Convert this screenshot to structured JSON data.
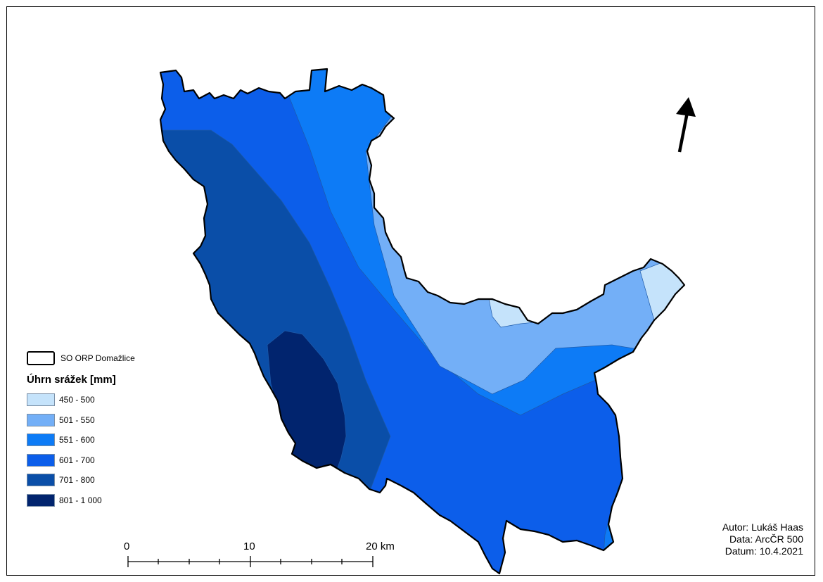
{
  "legend": {
    "boundary_label": "SO ORP Domažlice",
    "title": "Úhrn srážek [mm]",
    "classes": [
      {
        "label": "450 - 500",
        "color": "#c5e3fb"
      },
      {
        "label": "501 - 550",
        "color": "#73aff7"
      },
      {
        "label": "551 - 600",
        "color": "#0d7bf6"
      },
      {
        "label": "601 - 700",
        "color": "#0c5eea"
      },
      {
        "label": "701 - 800",
        "color": "#0a4ea8"
      },
      {
        "label": "801 - 1 000",
        "color": "#01246e"
      }
    ]
  },
  "scale_bar": {
    "labels": [
      "0",
      "10",
      "20 km"
    ]
  },
  "credits": {
    "author": "Autor: Lukáš Haas",
    "data": "Data: ArcČR 500",
    "date": "Datum: 10.4.2021"
  },
  "north_arrow": {
    "icon": "north-arrow-icon",
    "color": "#000000"
  },
  "boundary_color": "#000000"
}
